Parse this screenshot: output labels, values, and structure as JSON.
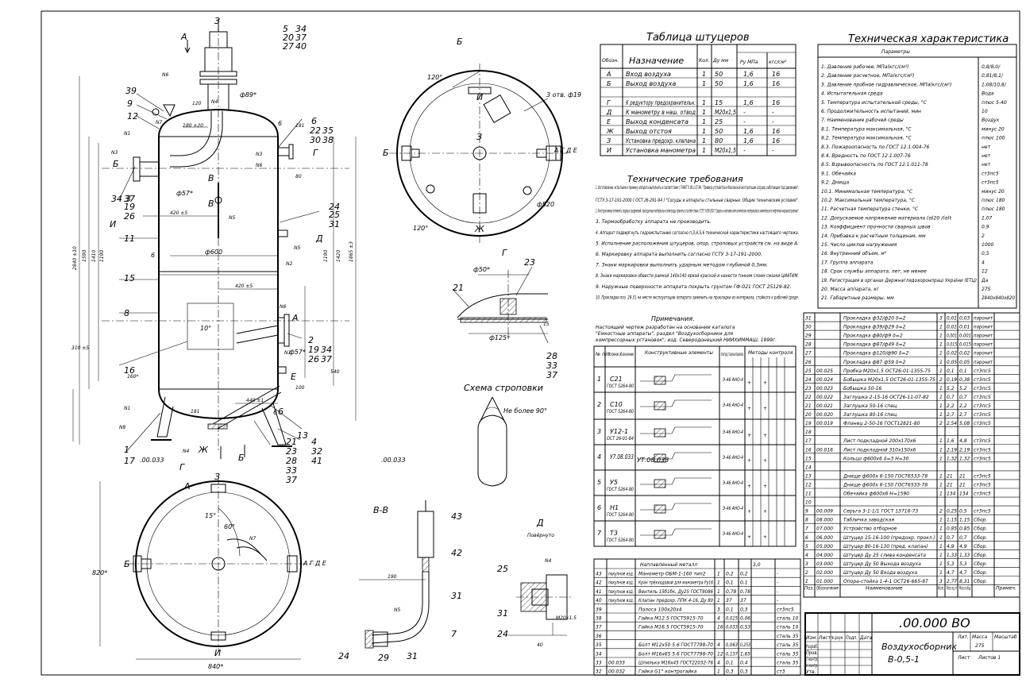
{
  "drawing": {
    "title_nozzles": "Таблица штуцеров",
    "title_tech": "Техническая характеристика",
    "title_requirements": "Технические требования",
    "title_notes": "Примечания.",
    "title_sling": "Схема строповки",
    "sling_angle": "Не более 90°",
    "view_a": "А",
    "view_b": "Б",
    "view_g": "Г",
    "view_vv": "В-В",
    "view_d": "Д",
    "view_d_sub": "Повёрнуто",
    "doc_code_main": ".00.000 ВО",
    "doc_name": "Воздухосборник",
    "doc_model": "В-0,5-1",
    "mass": "275",
    "code_033_a": ".00.033",
    "code_033_b": ".00.033",
    "code_033_c": "УТ.08.033"
  },
  "nozzles": {
    "headers": [
      "Обозн.",
      "Назначение",
      "Кол.",
      "Ду мм",
      "Ру МПа",
      "кгс/см²"
    ],
    "rows": [
      [
        "А",
        "Вход воздуха",
        "1",
        "50",
        "1,6",
        "16"
      ],
      [
        "Б",
        "Выход воздуха",
        "1",
        "50",
        "1,6",
        "16"
      ],
      [
        "Г",
        "К редуктору предохранительн.",
        "1",
        "15",
        "1,6",
        "16"
      ],
      [
        "Д",
        "К манометру в наш. отвод",
        "1",
        "М20х1,5",
        "-",
        "-"
      ],
      [
        "Е",
        "Выход конденсата",
        "1",
        "25",
        "-",
        "-"
      ],
      [
        "Ж",
        "Выход отстоя",
        "1",
        "50",
        "1,6",
        "16"
      ],
      [
        "З",
        "Установка предохр. клапана",
        "1",
        "80",
        "1,6",
        "16"
      ],
      [
        "И",
        "Установка манометра",
        "1",
        "М20х1,5",
        "-",
        "-"
      ]
    ]
  },
  "tech": {
    "param_header": "Параметры",
    "rows": [
      [
        "1. Давление рабочее, МПа(кгс/см²)",
        "0,8/8,0/"
      ],
      [
        "2. Давление расчетное, МПа(кгс/см²)",
        "0,81/8,1/"
      ],
      [
        "3. Давление пробное гидравлическое, МПа(кгс/см²)",
        "1,08/10,8/"
      ],
      [
        "4. Испытательная среда",
        "Вода"
      ],
      [
        "5. Температура испытательной среды, °С",
        "плюс 5-40"
      ],
      [
        "6. Продолжительность испытаний, мин",
        "10"
      ],
      [
        "7. Наименование рабочей среды",
        "Воздух"
      ],
      [
        "8.1. Температура максимальная, °С",
        "минус 20"
      ],
      [
        "8.2. Температура максимальная, °С",
        "плюс 100"
      ],
      [
        "8.3. Пожароопасность по ГОСТ 12.1.004-76",
        "нет"
      ],
      [
        "8.4. Вредность по ГОСТ 12.1.007-76",
        "нет"
      ],
      [
        "8.5. Взрывоопасность по ГОСТ 12.1.011-78",
        "нет"
      ],
      [
        "9.1. Обечайка",
        "ст3пс5"
      ],
      [
        "9.2. Днища",
        "ст3пс5"
      ],
      [
        "10.1. Минимальная температура, °С",
        "минус 20"
      ],
      [
        "10.2. Максимальная температура, °С",
        "плюс 180"
      ],
      [
        "11. Расчетная температура стенки, °С",
        "плюс 180"
      ],
      [
        "12. Допускаемое напряжение материала (σ)20 /(σ)t",
        "1,07"
      ],
      [
        "13. Коэффициент прочности сварных швов",
        "0,9"
      ],
      [
        "14. Прибавка к расчетным толщинам, мм",
        "2"
      ],
      [
        "15. Число циклов нагружения",
        "1000"
      ],
      [
        "16. Внутренний объем, м³",
        "0,5"
      ],
      [
        "17. Группа аппарата",
        "4"
      ],
      [
        "18. Срок службы аппарата, лет, не менее",
        "12"
      ],
      [
        "19. Регистрация в органах Держнаглядохоронпраці України (ЕТЦ)",
        "Да"
      ],
      [
        "20. Масса аппарата, кг",
        "275"
      ],
      [
        "21. Габаритные размеры, мм",
        "2840х840х820"
      ]
    ]
  },
  "requirements": [
    "1. Изготовление, испытание и приемку аппарата выполнить в соответствии с ГНАОТ 0.00-1.07-94. \"Правила устройства и безопасной эксплуатации сосудов, работающих под давлением\",",
    "ГСТУ 3-17-191-2000 ( ОСТ 26-291-94 ) \"Сосуды и аппараты стальные сварные. Общие технические условия\".",
    "2. Конструктивные элементы сварных соединений, присадочные материалы и электроды принять в соответствии с ГСТУ 3-059-2001 \"Сварка и наплавка металлических материалов в химическом и нефтяном машиностроении\".",
    "3. Термообработку аппарата не производить.",
    "4. Аппарат подвергнуть гидроиспытанию согласно п.3,4,5,6 технической характеристики настоящего чертежа.",
    "5. Исполнение расположения штуцеров, опор, строповых устройств см. на виде А.",
    "6. Маркировку аппарата выполнить согласно ГСТУ 3-17-191-2000.",
    "7. Знаки маркировки выполнить ударным методом глубиной 0,3мм.",
    "8. Знаки маркировки обвести рамкой 140х140 яркой краской и нанести тонким слоем смазки ЦИАТИМ.",
    "9. Наружные поверхности аппарата покрыть грунтом ГФ-021 ГОСТ 25129-82.",
    "10. Прокладки поз. 28-31 на месте эксплуатации аппарата заменить на прокладки из материала, стойкого к рабочей среде."
  ],
  "notes": [
    "Настоящий чертеж разработан на основании каталога",
    "\"Емкостные аппараты\", раздел \"Воздухосборники для",
    "компрессорных установок\", изд. Северодонецкий НИИХИММАШ, 1999г."
  ],
  "welds": {
    "headers": [
      "№ п/п",
      "Условное обозначение",
      "Конструктивные элементы",
      "Электрод / Сварочная проволока",
      "Методы контроля"
    ],
    "rows": [
      [
        "1",
        "С21",
        "ГОСТ 5264-80",
        "Э-46 АНО-4"
      ],
      [
        "2",
        "С10",
        "ГОСТ 5264-80",
        "Э-46 АНО-4"
      ],
      [
        "3",
        "У12-1",
        "ОСТ 26-01-84",
        "Э-46 АНО-4"
      ],
      [
        "4",
        "У7.08.033",
        "",
        "Э-46 АНО-4"
      ],
      [
        "5",
        "У5",
        "ГОСТ 5264-80",
        "Э-46 АНО-4"
      ],
      [
        "6",
        "Н1",
        "ГОСТ 5264-80",
        "Э-46 АНО-4"
      ],
      [
        "7",
        "Т3",
        "ГОСТ 5264-80",
        "Э-46 АНО-4"
      ]
    ]
  },
  "spec_right": [
    [
      "31",
      "",
      "Прокладка ф32/ф20 δ=2",
      "3",
      "0,01",
      "0,03",
      "паронит"
    ],
    [
      "30",
      "",
      "Прокладка ф39/ф29 δ=2",
      "1",
      "0,01",
      "0,01",
      "паронит"
    ],
    [
      "29",
      "",
      "Прокладка ф80/ф9 δ=2",
      "1",
      "0,001",
      "0,001",
      "паронит"
    ],
    [
      "28",
      "",
      "Прокладка ф87/ф49 δ=2",
      "1",
      "0,015",
      "0,015",
      "паронит"
    ],
    [
      "27",
      "",
      "Прокладка ф120/ф90 δ=2",
      "1",
      "0,02",
      "0,02",
      "паронит"
    ],
    [
      "26",
      "",
      "Прокладка ф87 ф59 δ=2",
      "1",
      "0,05",
      "0,05",
      "паронит"
    ],
    [
      "25",
      "00.025",
      "Пробка М20х1,5 ОСТ26-01-1355-75",
      "1",
      "0,1",
      "0,1",
      "ст3пс5"
    ],
    [
      "24",
      "00.024",
      "Бобышка М20х1,5 ОСТ26-01-1355-75",
      "2",
      "0,19",
      "0,38",
      "ст3пс5"
    ],
    [
      "23",
      "00.023",
      "Бобышка 50-16",
      "1",
      "5,2",
      "5,2",
      "ст3пс5"
    ],
    [
      "22",
      "00.022",
      "Заглушка 2-15-16 ОСТ26-11-07-82",
      "1",
      "0,7",
      "0,7",
      "ст3пс5"
    ],
    [
      "21",
      "00.021",
      "Заглушка 50-16 спец.",
      "1",
      "2,2",
      "2,2",
      "ст3пс5"
    ],
    [
      "20",
      "00.020",
      "Заглушка 80-16 спец.",
      "1",
      "2,7",
      "2,7",
      "ст3пс5"
    ],
    [
      "19",
      "00.019",
      "Фланец 2-50-16 ГОСТ12821-80",
      "2",
      "2,54",
      "5,08",
      "ст3пс5"
    ],
    [
      "18",
      "",
      "",
      "",
      "",
      "",
      ""
    ],
    [
      "17",
      "",
      "Лист подкладной 200х170х6",
      "1",
      "1,6",
      "4,8",
      "ст3пс5"
    ],
    [
      "16",
      "00.016",
      "Лист подкладной 310х150х6",
      "1",
      "2,19",
      "2,19",
      "ст3пс5"
    ],
    [
      "15",
      "",
      "Кольцо ф600х6 δ=3 H=30",
      "1",
      "1,32",
      "1,32",
      "ст3пс5"
    ],
    [
      "14",
      "",
      "",
      "",
      "",
      "",
      ""
    ],
    [
      "13",
      "",
      "Днище ф600х 6-150 ГОСТ6533-78",
      "1",
      "21",
      "21",
      "ст3пс5"
    ],
    [
      "12",
      "",
      "Днище ф600х 6-150 ГОСТ6533-78",
      "1",
      "21",
      "21",
      "ст3пс5"
    ],
    [
      "11",
      "",
      "Обечайка ф600х6 H=1590",
      "1",
      "134",
      "134",
      "ст3пс5"
    ],
    [
      "10",
      "",
      "",
      "",
      "",
      "",
      ""
    ],
    [
      "9",
      "00.009",
      "Серьга 3-1-1/1 ГОСТ 13716-73",
      "2",
      "0,25",
      "0,5",
      "ст3пс5"
    ],
    [
      "8",
      "08.000",
      "Табличка заводская",
      "1",
      "1,15",
      "1,15",
      "Сбор."
    ],
    [
      "7",
      "07.000",
      "Устройство отборное",
      "1",
      "0,85",
      "0,85",
      "Сбор."
    ],
    [
      "6",
      "06.000",
      "Штуцер 15-16-100 (предохр. прокл.)",
      "1",
      "0,7",
      "0,7",
      "Сбор."
    ],
    [
      "5",
      "05.000",
      "Штуцер 80-16-130 (пред. клапан)",
      "1",
      "4,9",
      "4,9",
      "Сбор."
    ],
    [
      "4",
      "04.000",
      "Штуцер Ду 25 слива конденсата",
      "1",
      "1,33",
      "1,33",
      "Сбор."
    ],
    [
      "3",
      "03.000",
      "Штуцер Ду 50 Выхода воздуха",
      "1",
      "5,3",
      "5,3",
      "Сбор."
    ],
    [
      "2",
      "02.000",
      "Штуцер Ду 50 Входа воздуха",
      "1",
      "4,7",
      "4,7",
      "Сбор."
    ],
    [
      "1",
      "01.000",
      "Опора-стойка 1-4-1 ОСТ26-665-87",
      "3",
      "2,77",
      "8,31",
      "Сбор."
    ]
  ],
  "spec_right_footer": [
    "Поз.",
    "Обозначение",
    "Наименование",
    "Кол.",
    "Масса ед. кг",
    "Масса общ.",
    "Примеч."
  ],
  "spec_bottom": {
    "weld_metal_label": "Наплавленный металл",
    "weld_metal_value": "3,0",
    "rows": [
      [
        "43",
        "покупное изд.",
        "Манометр ОБМ-1-160 тип2",
        "1",
        "0,2",
        "0,2",
        "-"
      ],
      [
        "42",
        "покупное изд.",
        "Кран трёхходовой для манометра Ру16",
        "1",
        "0,1",
        "0,1",
        "-"
      ],
      [
        "41",
        "покупное изд.",
        "Вентиль 15б1бк, Ду25 ГОСТ9086",
        "1",
        "0,78",
        "0,78",
        "-"
      ],
      [
        "40",
        "покупное изд.",
        "Клапан предохр. ППК 4-16, Ду 80",
        "1",
        "37",
        "37",
        "-"
      ],
      [
        "39",
        "",
        "Полоса 100х20х4",
        "3",
        "0,1",
        "0,3",
        "ст3пс5"
      ],
      [
        "38",
        "",
        "Гайка М12.5 ГОСТ5915-70",
        "4",
        "0,015",
        "0,06",
        "сталь 10"
      ],
      [
        "37",
        "",
        "Гайка М16.5 ГОСТ5915-70",
        "16",
        "0,033",
        "0,53",
        "сталь 10"
      ],
      [
        "36",
        "",
        "",
        "",
        "",
        "",
        "сталь 35"
      ],
      [
        "35",
        "",
        "Болт М12х50 5.6 ГОСТ7798-70",
        "4",
        "0,063",
        "0,253",
        "сталь 35"
      ],
      [
        "34",
        "",
        "Болт М16х65 5.6 ГОСТ7798-70",
        "12",
        "0,137",
        "1,65",
        "сталь 35"
      ],
      [
        "33",
        "00.033",
        "Шпилька М16х45 ГОСТ22032-76",
        "4",
        "0,1",
        "0,4",
        "сталь 35"
      ],
      [
        "32",
        "00.032",
        "Гайка G1\" контрогайка",
        "1",
        "0,3",
        "0,3",
        "ст3"
      ]
    ]
  },
  "title_block": {
    "labels": [
      "Изм.",
      "Лист",
      "№ докум.",
      "Подп.",
      "Дата",
      "Разраб.",
      "Пров.",
      "Т.контр.",
      "Н.контр.",
      "Утв."
    ],
    "lit": "Лит.",
    "mass_label": "Масса",
    "scale_label": "Масштаб",
    "sheet_label": "Лист",
    "sheets_label": "Листов 1"
  },
  "callouts": {
    "top": [
      "5",
      "34",
      "20",
      "37",
      "27",
      "40"
    ],
    "left": [
      "39",
      "9",
      "12",
      "3",
      "34",
      "37",
      "19",
      "26",
      "11",
      "15",
      "8",
      "16",
      "1",
      "17"
    ],
    "right": [
      "6",
      "22",
      "35",
      "30",
      "38",
      "24",
      "25",
      "31",
      "2",
      "19",
      "34",
      "26",
      "37",
      "4",
      "32",
      "41",
      "21",
      "23",
      "28",
      "33",
      "37",
      "13",
      "6"
    ],
    "letters": [
      "А",
      "Б",
      "В",
      "Г",
      "Д",
      "Е",
      "Ж",
      "З",
      "И"
    ],
    "n_marks": [
      "N1",
      "N2",
      "N3",
      "N4",
      "N5",
      "N6",
      "N7",
      "N8"
    ]
  },
  "dims": {
    "d600": "ф600",
    "d89": "ф89*",
    "d57": "ф57*",
    "d57b": "ф57*",
    "d520": "ф520",
    "d50": "ф50*",
    "d125": "ф125*",
    "d19": "3 отв. ф19",
    "w180": "180 ±20",
    "w420": "420 ±5",
    "w420b": "420 ±5",
    "w440": "440 ±1",
    "h2840": "2840 ±10",
    "h1590": "1590",
    "h1410": "1410",
    "h1190": "1190",
    "h1190b": "1190",
    "h1420": "1420",
    "h1865": "1865 ±3",
    "h310": "310 ±5",
    "h540": "540",
    "h160": "160*",
    "h100": "100",
    "w80": "80",
    "w181": "181",
    "w181b": "181",
    "w190": "190",
    "w40": "40",
    "m20": "М20х1,5",
    "w840": "840*",
    "h820": "820*",
    "a120": "120°",
    "a120b": "120°",
    "a15": "15°",
    "a60": "60°",
    "a10": "10°",
    "v6": "6",
    "v6b": "6",
    "v6c": "6",
    "agde": "А Г Д Е",
    "h120": "120",
    "v15": "15"
  }
}
